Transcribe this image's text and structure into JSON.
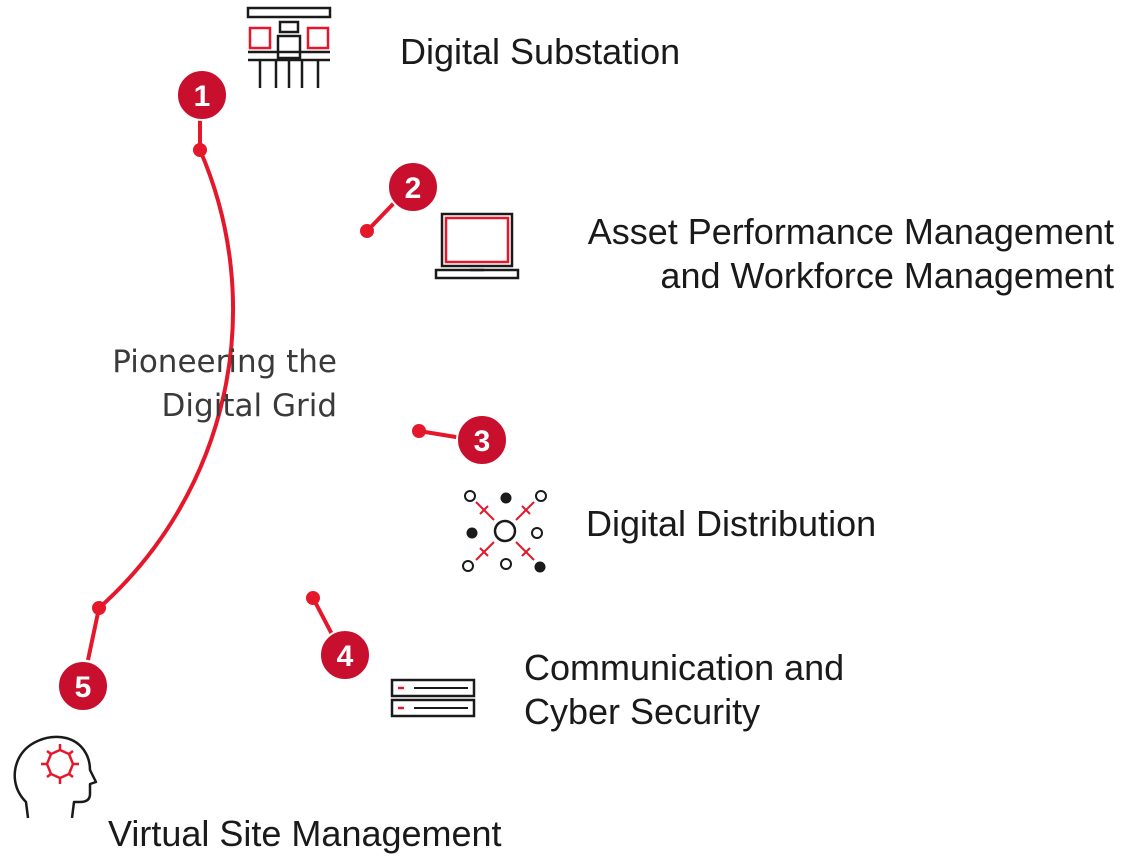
{
  "title": {
    "line1": "Pioneering the",
    "line2": "Digital Grid"
  },
  "accent_color": "#e5172b",
  "marker_color": "#c8102e",
  "steps": [
    {
      "number": "1",
      "lines": [
        "Digital Substation"
      ],
      "icon": "substation-icon"
    },
    {
      "number": "2",
      "lines": [
        "Asset Performance Management",
        "and Workforce Management"
      ],
      "icon": "laptop-icon"
    },
    {
      "number": "3",
      "lines": [
        "Digital Distribution"
      ],
      "icon": "network-nodes-icon"
    },
    {
      "number": "4",
      "lines": [
        "Communication and",
        "Cyber Security"
      ],
      "icon": "server-rack-icon"
    },
    {
      "number": "5",
      "lines": [
        "Virtual Site Management"
      ],
      "icon": "head-gear-icon"
    }
  ]
}
